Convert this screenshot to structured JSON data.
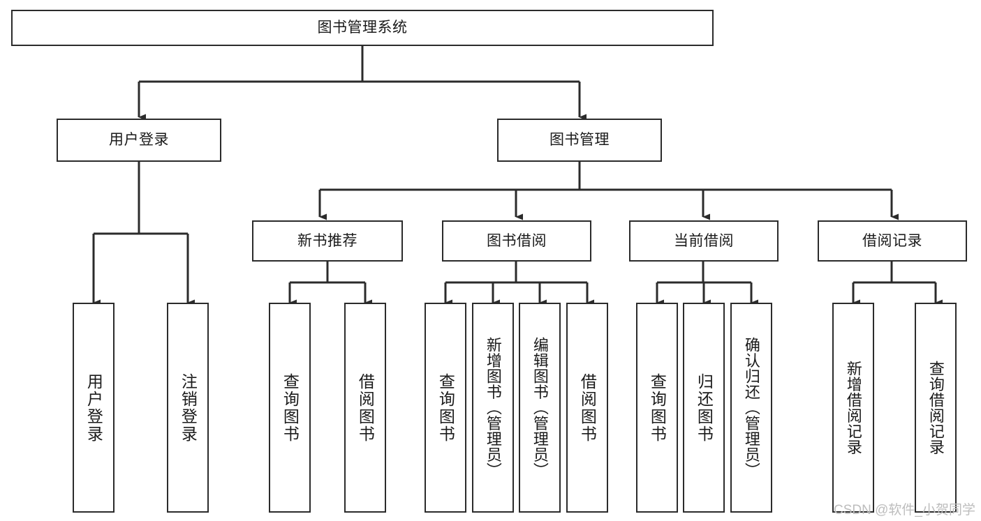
{
  "diagram": {
    "type": "tree-hierarchy-chart",
    "title": "图书管理系统",
    "background_color": "#ffffff",
    "line_color": "#2b2b2b",
    "text_color": "#1a1a1a",
    "root": {
      "label": "图书管理系统"
    },
    "level2": [
      {
        "label": "用户登录"
      },
      {
        "label": "图书管理"
      }
    ],
    "level3": [
      {
        "label": "新书推荐"
      },
      {
        "label": "图书借阅"
      },
      {
        "label": "当前借阅"
      },
      {
        "label": "借阅记录"
      }
    ],
    "leaves": {
      "user_login": [
        {
          "label": "用户登录"
        },
        {
          "label": "注销登录"
        }
      ],
      "new_book_recommend": [
        {
          "label": "查询图书"
        },
        {
          "label": "借阅图书"
        }
      ],
      "book_borrow": [
        {
          "label": "查询图书"
        },
        {
          "label": "新增图书（管理员）"
        },
        {
          "label": "编辑图书（管理员）"
        },
        {
          "label": "借阅图书"
        }
      ],
      "current_borrow": [
        {
          "label": "查询图书"
        },
        {
          "label": "归还图书"
        },
        {
          "label": "确认归还（管理员）"
        }
      ],
      "borrow_record": [
        {
          "label": "新增借阅记录"
        },
        {
          "label": "查询借阅记录"
        }
      ]
    }
  },
  "watermark": {
    "text": "CSDN @软件_小贺同学"
  }
}
